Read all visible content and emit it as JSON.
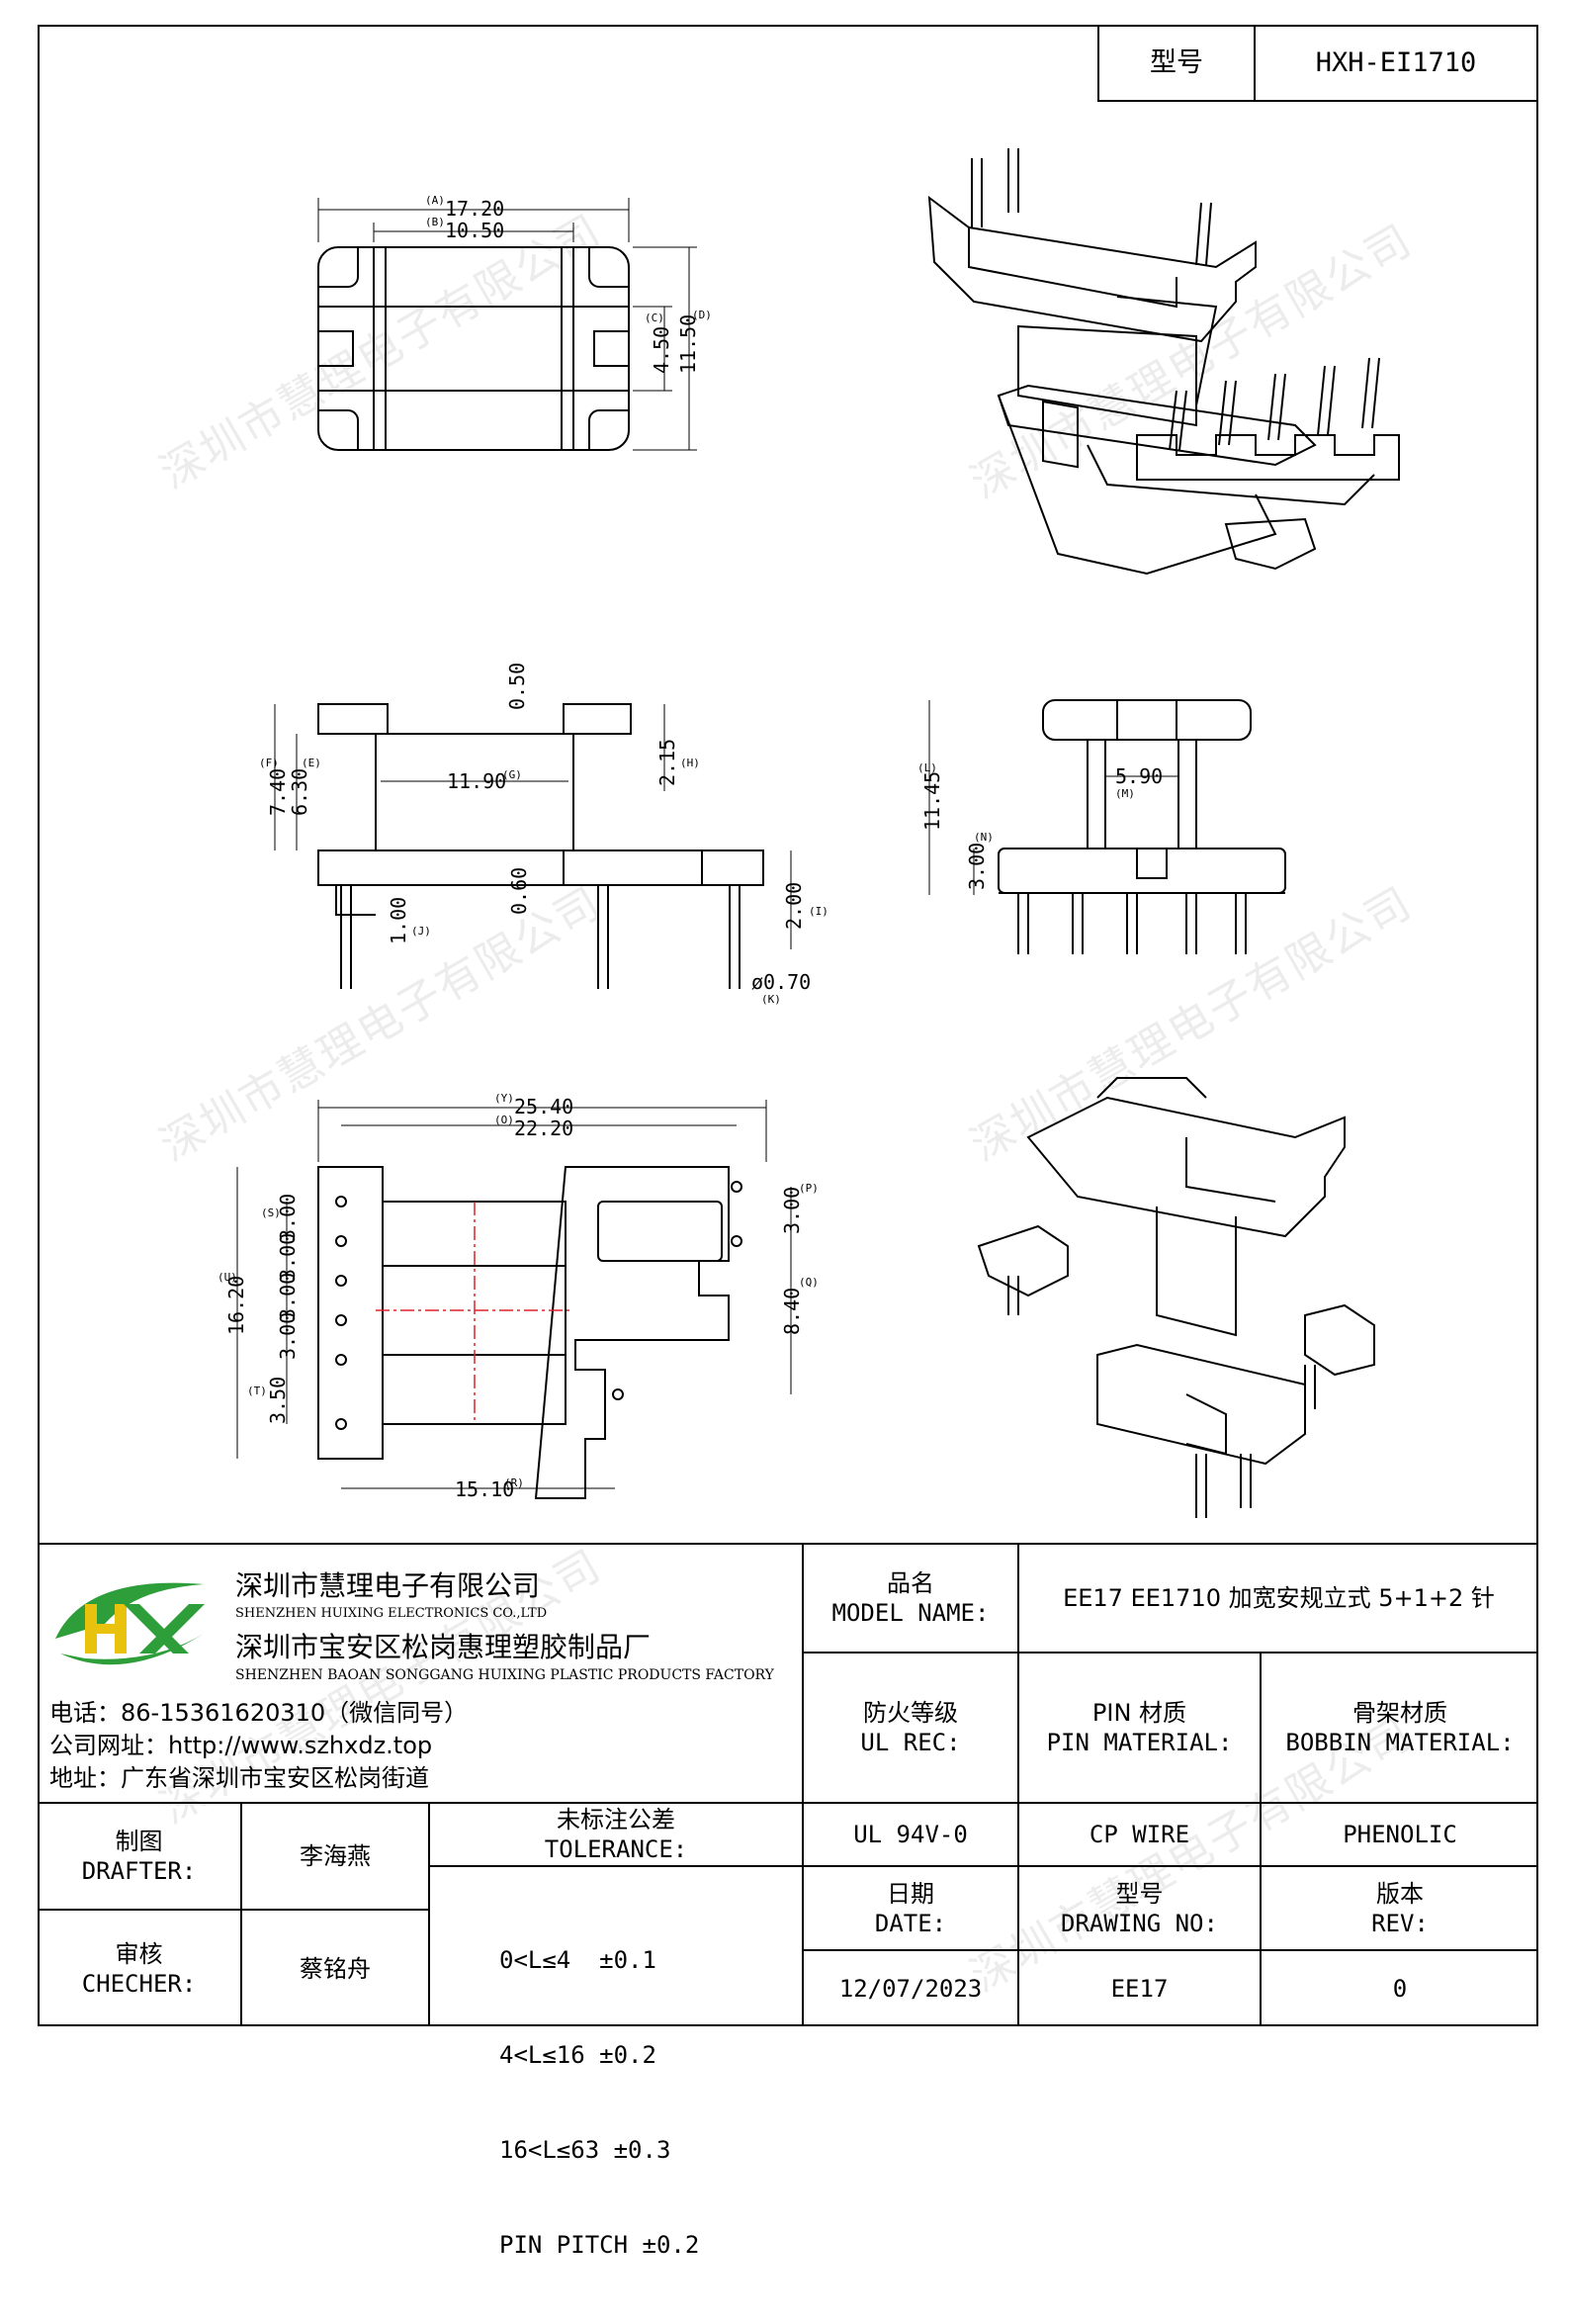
{
  "header": {
    "model_label": "型号",
    "model_value": "HXH-EI1710"
  },
  "watermark": "深圳市慧理电子有限公司",
  "dimensions": {
    "top_view": {
      "a": "17.20",
      "a_tag": "(A)",
      "b": "10.50",
      "b_tag": "(B)",
      "c": "4.50",
      "c_tag": "(C)",
      "d": "11.50",
      "d_tag": "(D)"
    },
    "front_view": {
      "e": "6.30",
      "e_tag": "(E)",
      "f": "7.40",
      "f_tag": "(F)",
      "g": "11.90",
      "g_tag": "(G)",
      "h": "2.15",
      "h_tag": "(H)",
      "i": "2.00",
      "i_tag": "(I)",
      "j": "1.00",
      "j_tag": "(J)",
      "k": "ø0.70",
      "k_tag": "(K)",
      "gap_top": "0.50",
      "gap_mid": "0.60"
    },
    "side_view": {
      "l": "11.45",
      "l_tag": "(L)",
      "m": "5.90",
      "m_tag": "(M)",
      "n": "3.00",
      "n_tag": "(N)"
    },
    "bottom_view": {
      "y": "25.40",
      "y_tag": "(Y)",
      "o": "22.20",
      "o_tag": "(O)",
      "u": "16.20",
      "u_tag": "(U)",
      "s": "3.00",
      "s_tag": "(S)",
      "p1": "3.00",
      "p2": "3.00",
      "p3": "3.00",
      "t": "3.50",
      "t_tag": "(T)",
      "p": "3.00",
      "p_tag": "(P)",
      "q": "8.40",
      "q_tag": "(Q)",
      "r": "15.10",
      "r_tag": "(R)"
    }
  },
  "company": {
    "name_cn": "深圳市慧理电子有限公司",
    "name_en": "SHENZHEN HUIXING ELECTRONICS CO.,LTD",
    "factory_cn": "深圳市宝安区松岗惠理塑胶制品厂",
    "factory_en": "SHENZHEN BAOAN SONGGANG HUIXING PLASTIC PRODUCTS FACTORY",
    "phone": "电话：86-15361620310（微信同号）",
    "website": "公司网址：http://www.szhxdz.top",
    "address": "地址：广东省深圳市宝安区松岗街道",
    "logo_text": "HX"
  },
  "title_block": {
    "model_name_cn": "品名",
    "model_name_en": "MODEL NAME:",
    "model_name_value": "EE17 EE1710 加宽安规立式 5+1+2 针",
    "ul_cn": "防火等级",
    "ul_en": "UL REC:",
    "pin_material_cn": "PIN 材质",
    "pin_material_en": "PIN MATERIAL:",
    "bobbin_material_cn": "骨架材质",
    "bobbin_material_en": "BOBBIN MATERIAL:",
    "ul_value": "UL 94V-0",
    "pin_value": "CP WIRE",
    "bobbin_value": "PHENOLIC",
    "drafter_cn": "制图",
    "drafter_en": "DRAFTER:",
    "drafter_name": "李海燕",
    "checker_cn": "审核",
    "checker_en": "CHECHER:",
    "checker_name": "蔡铭舟",
    "tolerance_cn": "未标注公差",
    "tolerance_en": "TOLERANCE:",
    "tolerances": [
      "0<L≤4  ±0.1",
      "4<L≤16 ±0.2",
      "16<L≤63 ±0.3",
      "PIN PITCH ±0.2"
    ],
    "date_cn": "日期",
    "date_en": "DATE:",
    "drawing_no_cn": "型号",
    "drawing_no_en": "DRAWING NO:",
    "rev_cn": "版本",
    "rev_en": "REV:",
    "date_value": "12/07/2023",
    "drawing_no_value": "EE17",
    "rev_value": "0"
  },
  "colors": {
    "logo_green": "#2e9e3a",
    "logo_yellow": "#e8c20c",
    "center_line": "#e0202a"
  }
}
